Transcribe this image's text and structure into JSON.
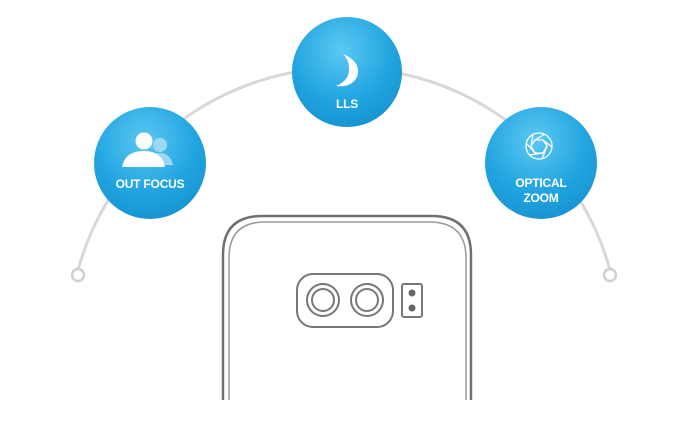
{
  "features": [
    {
      "label_line1": "OUT FOCUS",
      "label_line2": "",
      "icon": "people-icon"
    },
    {
      "label_line1": "LLS",
      "label_line2": "",
      "icon": "moon-icon"
    },
    {
      "label_line1": "OPTICAL",
      "label_line2": "ZOOM",
      "icon": "aperture-icon"
    }
  ],
  "colors": {
    "circle": "#1fa3e0",
    "circle_light": "#4cc0ef",
    "arc": "#d8d8d8",
    "phone": "#707070"
  }
}
